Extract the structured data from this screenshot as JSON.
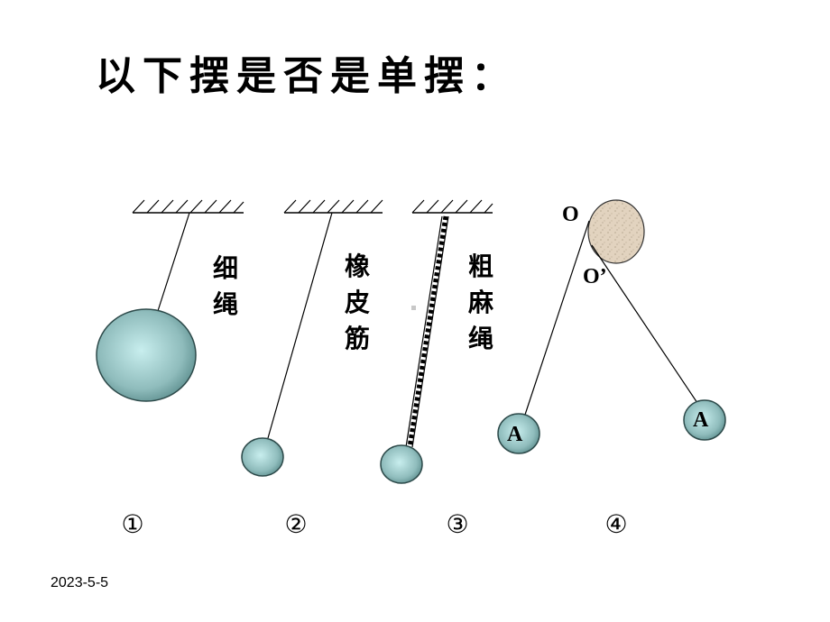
{
  "title": "以下摆是否是单摆：",
  "labels": {
    "p1": [
      "细",
      "绳"
    ],
    "p2": [
      "橡",
      "皮",
      "筋"
    ],
    "p3": [
      "粗",
      "麻",
      "绳"
    ]
  },
  "point_labels": {
    "o": "O",
    "o_prime": "O’",
    "bob_left": "A",
    "bob_right": "A"
  },
  "numbers": [
    "①",
    "②",
    "③",
    "④"
  ],
  "footer_date": "2023-5-5",
  "colors": {
    "bob_center": "#bfe6e6",
    "bob_edge": "#5e8f8f",
    "pulley_fill": "#e2d3bf",
    "line": "#000000"
  }
}
